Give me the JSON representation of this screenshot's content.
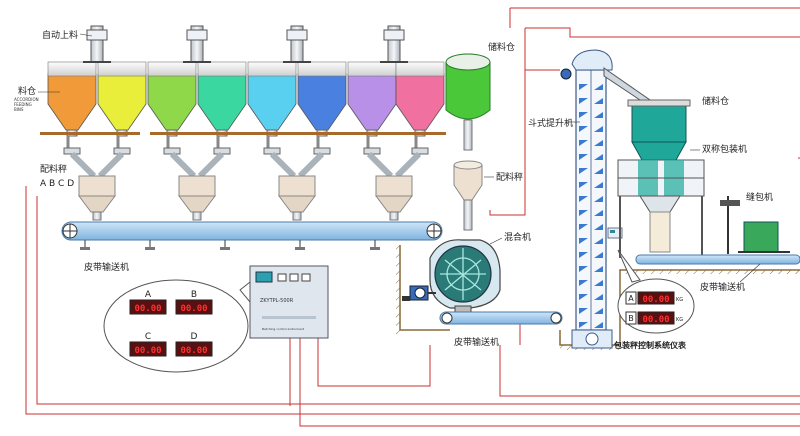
{
  "labels": {
    "auto_feed": "自动上料",
    "silo": "料仓",
    "silo_sub": [
      "ACCORDION",
      "FEEDING",
      "BINS"
    ],
    "batching_scale": "配料秤",
    "scale_letters": "A B C D",
    "belt_conveyor_1": "皮带输送机",
    "storage_bin_1": "储料仓",
    "batching_scale_2": "配料秤",
    "mixer": "混合机",
    "belt_conveyor_2": "皮带输送机",
    "bucket_elevator": "斗式提升机",
    "storage_bin_2": "储料仓",
    "twin_packer": "双称包装机",
    "bag_sewer": "缝包机",
    "belt_conveyor_3": "皮带输送机",
    "packing_controller": "包装秤控制系统仪表"
  },
  "controller": {
    "model": "ZKYTPL-500R",
    "footer": "Batching control instrument"
  },
  "displays_abcd": [
    {
      "letter": "A",
      "value": "00.00"
    },
    {
      "letter": "B",
      "value": "00.00"
    },
    {
      "letter": "C",
      "value": "00.00"
    },
    {
      "letter": "D",
      "value": "00.00"
    }
  ],
  "displays_ab": [
    {
      "letter": "A",
      "value": "00.00",
      "unit": "KG"
    },
    {
      "letter": "B",
      "value": "00.00",
      "unit": "KG"
    }
  ],
  "colors": {
    "bins": [
      "#f09a3a",
      "#e8ee3a",
      "#8ed84a",
      "#3ad8a0",
      "#5ad0f0",
      "#4a80e0",
      "#b890e8",
      "#f070a0"
    ],
    "storage_bin": "#4ac83a",
    "belt": "#a8d0f0",
    "wire": "#c83030",
    "ground": "#8a6a3a",
    "led": "#ff3030"
  }
}
